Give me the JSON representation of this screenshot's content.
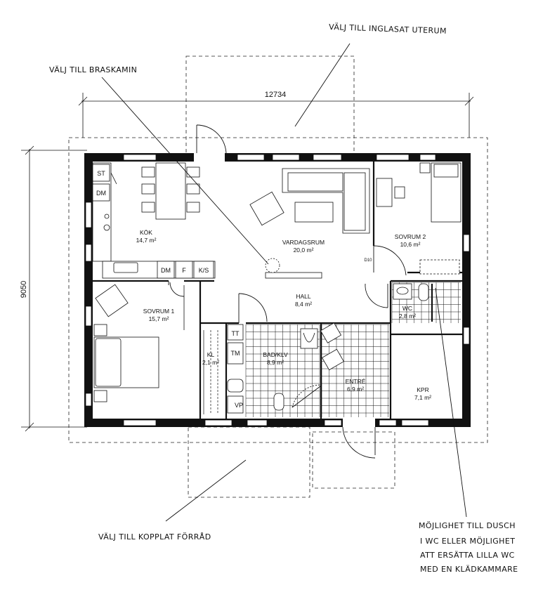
{
  "annotations": {
    "glazed_patio": "VÄLJ TILL INGLASAT UTERUM",
    "fireplace": "VÄLJ TILL BRASKAMIN",
    "storage": "VÄLJ TILL KOPPLAT FÖRRÅD",
    "shower_option": [
      "MÖJLIGHET TILL DUSCH",
      "I WC ELLER MÖJLIGHET",
      "ATT ERSÄTTA LILLA WC",
      "MED EN KLÄDKAMMARE"
    ]
  },
  "dimensions": {
    "width": "12734",
    "depth": "9050"
  },
  "rooms": {
    "kitchen": {
      "name": "KÖK",
      "area": "14,7 m²"
    },
    "living": {
      "name": "VARDAGSRUM",
      "area": "20,0 m²"
    },
    "bedroom2": {
      "name": "SOVRUM 2",
      "area": "10,6 m²"
    },
    "bedroom1": {
      "name": "SOVRUM 1",
      "area": "15,7 m²"
    },
    "hall": {
      "name": "HALL",
      "area": "8,4 m²"
    },
    "wc": {
      "name": "WC",
      "area": "2,8 m²"
    },
    "closet": {
      "name": "KL",
      "area": "2,1 m²"
    },
    "bath": {
      "name": "BAD/KLV",
      "area": "8,9 m²"
    },
    "entrance": {
      "name": "ENTRÉ",
      "area": "6,9 m²"
    },
    "kpr": {
      "name": "KPR",
      "area": "7,1 m²"
    }
  },
  "fixtures": {
    "st": "ST",
    "dm_top": "DM",
    "dm": "DM",
    "f": "F",
    "ks": "K/S",
    "tt": "TT",
    "tm": "TM",
    "vp": "VP",
    "d10": "D10"
  }
}
